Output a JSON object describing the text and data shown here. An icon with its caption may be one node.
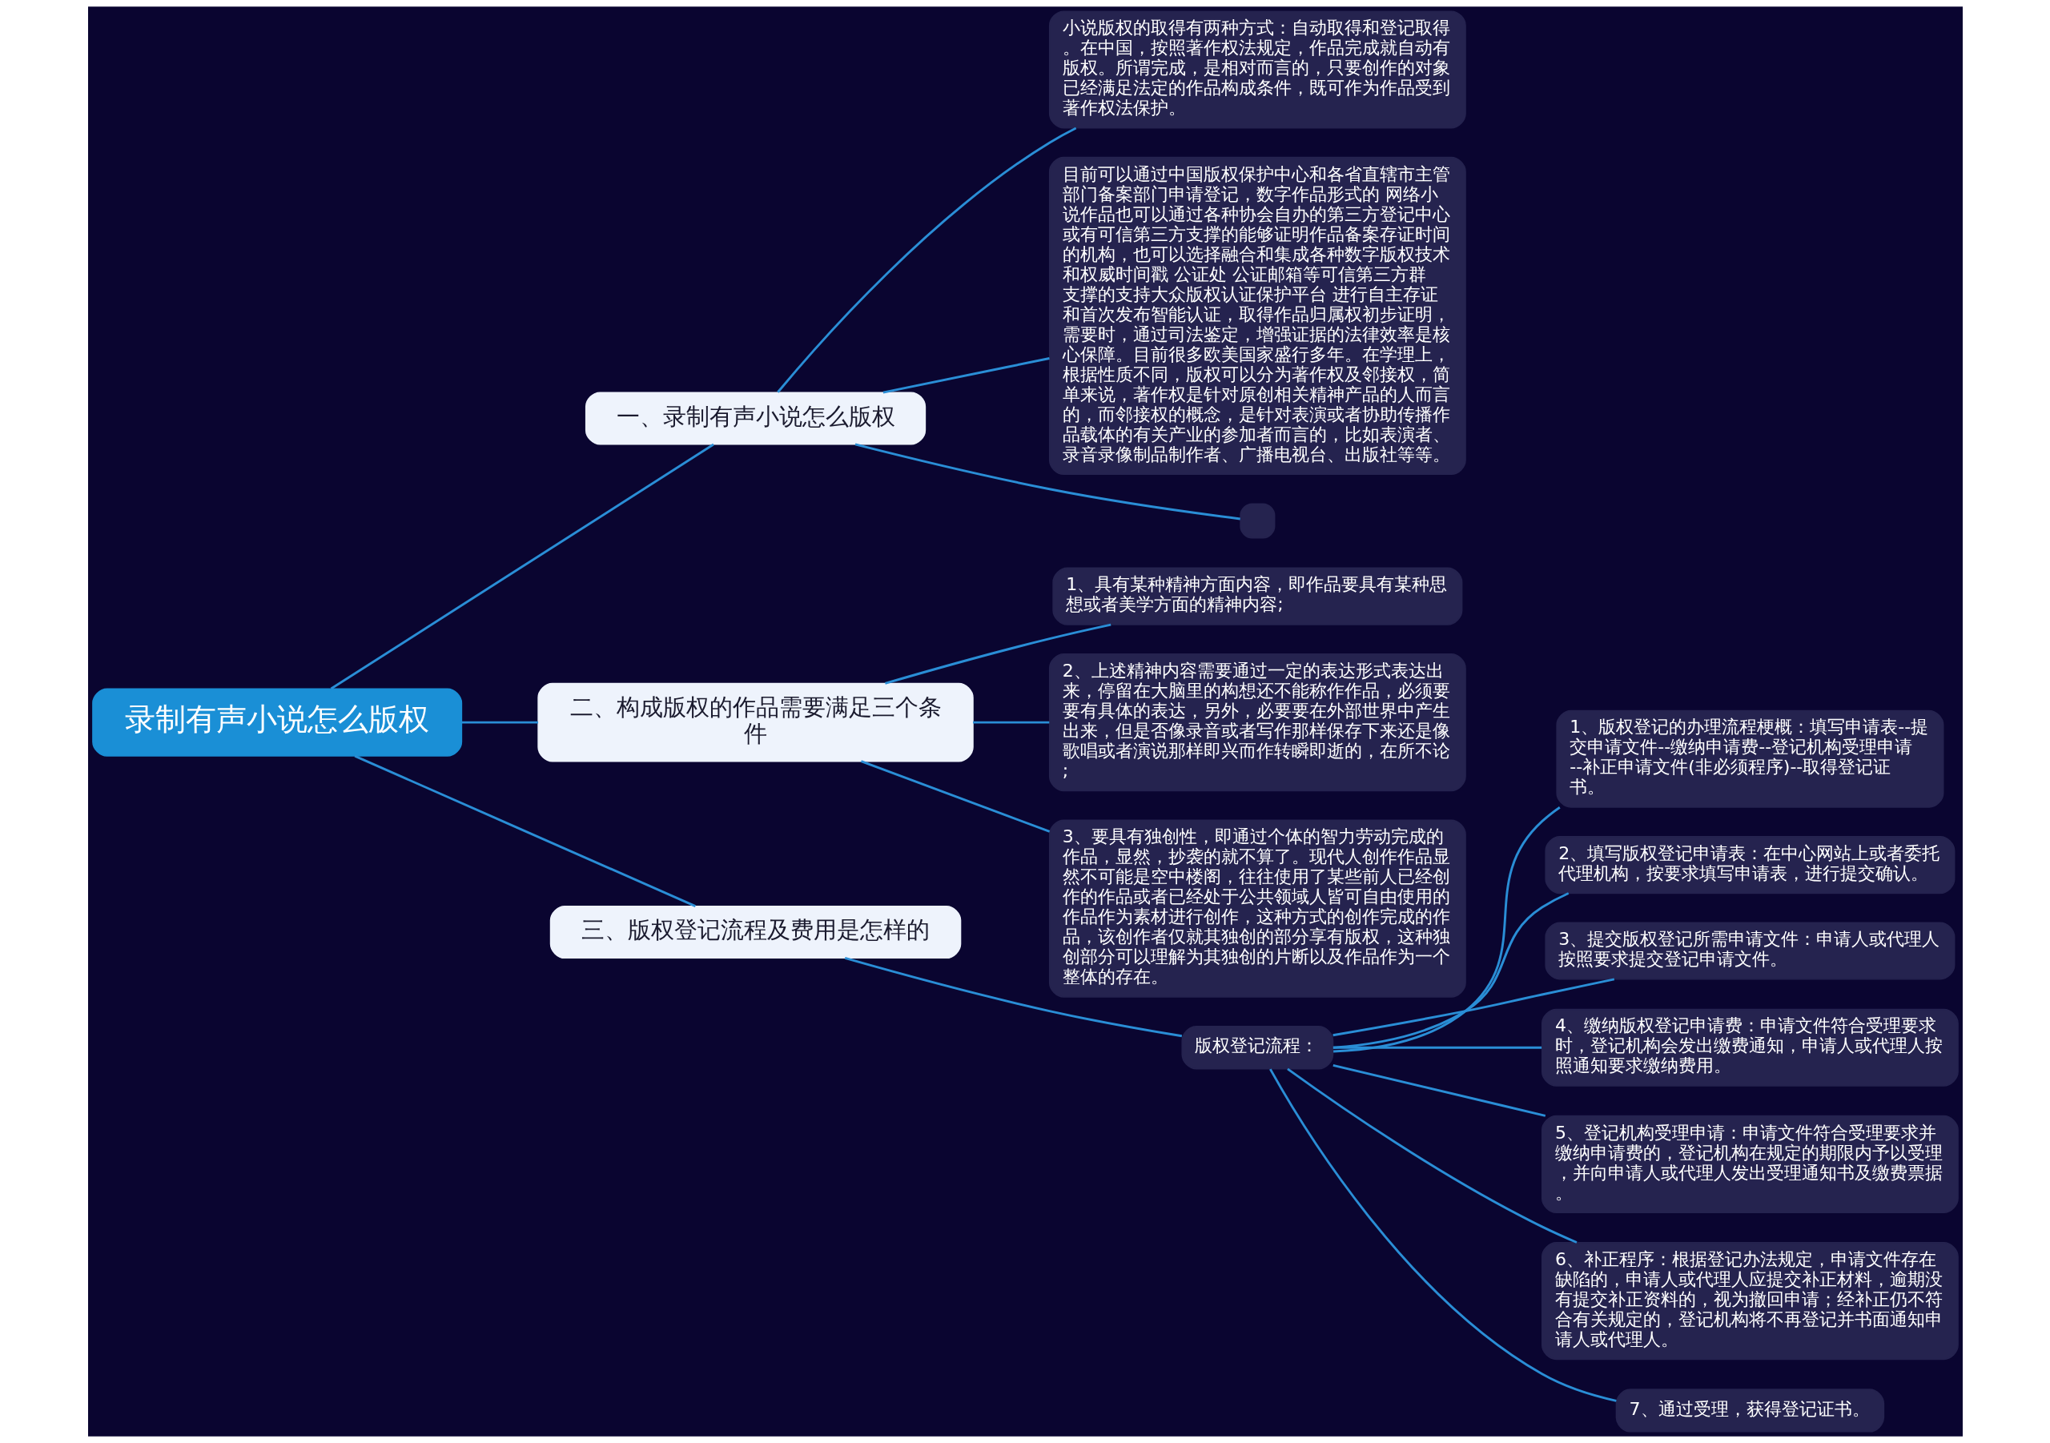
{
  "diagram": {
    "nodes": [
      {
        "text": [
          "录制有声小说怎么版权"
        ]
      },
      {
        "text": [
          "一、录制有声小说怎么版权"
        ]
      },
      {
        "text": [
          "小说版权的取得有两种方式：自动取得和登记取得。在中国，按照著作权法规定，作品完成就自动有版权。所谓完成，是相对而言的，只要创作的对象已经满足法定的作品构成条件，既可作为作品受到著作权法保护。"
        ]
      },
      {
        "text": [
          "目前可以通过中国版权保护中心和各省直辖市主管部门备案部门申请登记，数字作品形式的 网络小说作品也可以通过各种协会自办的第三方登记中心或有可信第三方支撑的能够证明作品备案存证时间的机构，也可以选择融合和集成各种数字版权技术和权威时间戳 公证处 公证邮箱等可信第三方群支撑的支持大众版权认证保护平台 进行自主存证和首次发布智能认证，取得作品归属权初步证明，需要时，通过司法鉴定，增强证据的法律效率是核心保障。目前很多欧美国家盛行多年。在学理上，根据性质不同，版权可以分为著作权及邻接权，简单来说，著作权是针对原创相关精神产品的人而言的，而邻接权的概念，是针对表演或者协助传播作品载体的有关产业的参加者而言的，比如表演者、录音录像制品制作者、广播电视台、出版社等等。"
        ]
      },
      {
        "text": [],
        "shape": "box"
      },
      {
        "text": [
          "二、构成版权的作品需要满足三个条件"
        ]
      },
      {
        "text": [
          "1、具有某种精神方面内容，即作品要具有某种思想或者美学方面的精神内容;"
        ]
      },
      {
        "text": [
          "2、上述精神内容需要通过一定的表达形式表达出来，停留在大脑里的构想还不能称作作品，必须要要有具体的表达，另外，必要要在外部世界中产生出来，但是否像录音或者写作那样保存下来还是像歌唱或者演说那样即兴而作转瞬即逝的，在所不论;"
        ]
      },
      {
        "text": [
          "3、要具有独创性，即通过个体的智力劳动完成的作品，显然，抄袭的就不算了。现代人创作作品显然不可能是空中楼阁，往往使用了某些前人已经创作的作品或者已经处于公共领域人皆可自由使用的作品作为素材进行创作，这种方式的创作完成的作品，该创作者仅就其独创的部分享有版权，这种独创部分可以理解为其独创的片断以及作品作为一个整体的存在。"
        ]
      },
      {
        "text": [
          "三、版权登记流程及费用是怎样的"
        ]
      },
      {
        "text": [
          "版权登记流程："
        ]
      },
      {
        "text": [
          "1、版权登记的办理流程梗概：填写申请表--提交申请文件--缴纳申请费--登记机构受理申请--补正申请文件(非必须程序)--取得登记证书。"
        ]
      },
      {
        "text": [
          "2、填写版权登记申请表：在中心网站上或者委托代理机构，按要求填写申请表，进行提交确认。"
        ]
      },
      {
        "text": [
          "3、提交版权登记所需申请文件：申请人或代理人按照要求提交登记申请文件。"
        ]
      },
      {
        "text": [
          "4、缴纳版权登记申请费：申请文件符合受理要求时，登记机构会发出缴费通知，申请人或代理人按照通知要求缴纳费用。"
        ]
      },
      {
        "text": [
          "5、登记机构受理申请：申请文件符合受理要求并缴纳申请费的，登记机构在规定的期限内予以受理，并向申请人或代理人发出受理通知书及缴费票据。"
        ]
      },
      {
        "text": [
          "6、补正程序：根据登记办法规定，申请文件存在缺陷的，申请人或代理人应提交补正材料，逾期没有提交补正资料的，视为撤回申请；经补正仍不符合有关规定的，登记机构将不再登记并书面通知申请人或代理人。"
        ]
      },
      {
        "text": [
          "7、通过受理，获得登记证书。"
        ]
      }
    ],
    "edges": [
      {
        "from": 0,
        "to": 1,
        "arrow": "none"
      },
      {
        "from": 1,
        "to": 2,
        "arrow": "none"
      },
      {
        "from": 1,
        "to": 3,
        "arrow": "none"
      },
      {
        "from": 1,
        "to": 4,
        "arrow": "none"
      },
      {
        "from": 0,
        "to": 5,
        "arrow": "none"
      },
      {
        "from": 5,
        "to": 6,
        "arrow": "none"
      },
      {
        "from": 5,
        "to": 7,
        "arrow": "none"
      },
      {
        "from": 5,
        "to": 8,
        "arrow": "none"
      },
      {
        "from": 0,
        "to": 9,
        "arrow": "none"
      },
      {
        "from": 9,
        "to": 10,
        "arrow": "none"
      },
      {
        "from": 10,
        "to": 11,
        "arrow": "none"
      },
      {
        "from": 10,
        "to": 12,
        "arrow": "none"
      },
      {
        "from": 10,
        "to": 13,
        "arrow": "none"
      },
      {
        "from": 10,
        "to": 14,
        "arrow": "none"
      },
      {
        "from": 10,
        "to": 15,
        "arrow": "none"
      },
      {
        "from": 10,
        "to": 16,
        "arrow": "none"
      },
      {
        "from": 10,
        "to": 17,
        "arrow": "none"
      }
    ]
  }
}
